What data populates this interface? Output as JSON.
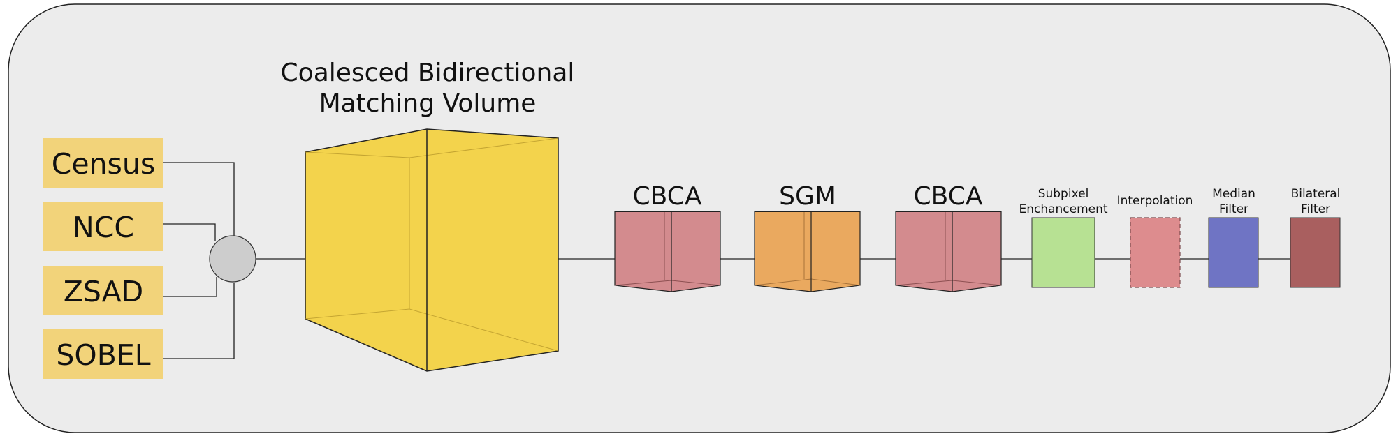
{
  "title": {
    "line1": "Coalesced Bidirectional",
    "line2": "Matching Volume"
  },
  "inputs": [
    {
      "label": "Census"
    },
    {
      "label": "NCC"
    },
    {
      "label": "ZSAD"
    },
    {
      "label": "SOBEL"
    }
  ],
  "stages": {
    "cbca1": "CBCA",
    "sgm": "SGM",
    "cbca2": "CBCA",
    "subpixel": {
      "line1": "Subpixel",
      "line2": "Enchancement"
    },
    "interpolation": "Interpolation",
    "median": {
      "line1": "Median",
      "line2": "Filter"
    },
    "bilateral": {
      "line1": "Bilateral",
      "line2": "Filter"
    }
  },
  "colors": {
    "background": "#ececec",
    "input_box": "#f2d37a",
    "volume": "#f3d34c",
    "cbca": "#d38b8e",
    "sgm": "#eaa95f",
    "subpixel": "#b7e193",
    "interpolation": "#dd8c8e",
    "median": "#6f74c4",
    "bilateral": "#a95f5f",
    "merge_node": "#cdcdcd"
  }
}
